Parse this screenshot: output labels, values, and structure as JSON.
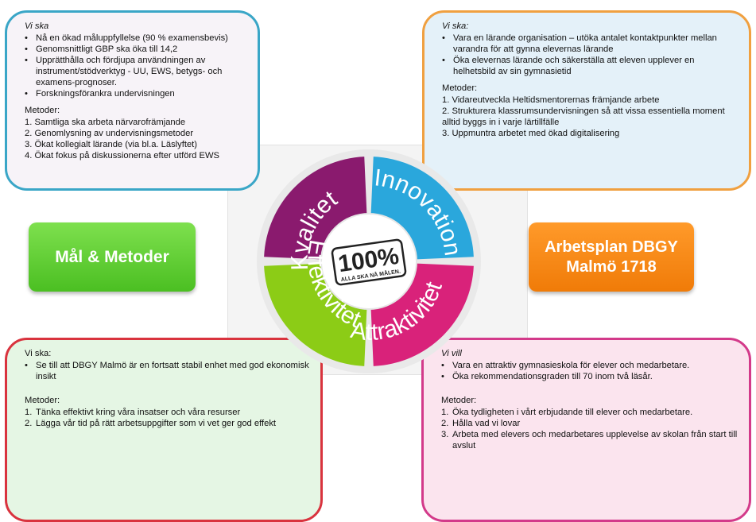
{
  "top_left": {
    "heading": "Vi ska",
    "bullets": [
      "Nå en ökad måluppfyllelse (90 % examensbevis)",
      "Genomsnittligt GBP ska öka till 14,2",
      "Upprätthålla  och fördjupa användningen av instrument/stödverktyg - UU, EWS, betygs- och examens-prognoser.",
      "Forskningsförankra undervisningen"
    ],
    "methods_title": "Metoder:",
    "methods": [
      "1. Samtliga ska arbeta närvarofrämjande",
      "2. Genomlysning av undervisningsmetoder",
      "3. Ökat kollegialt lärande (via bl.a. Läslyftet)",
      "4. Ökat fokus på diskussionerna efter utförd EWS"
    ]
  },
  "top_right": {
    "heading": "Vi ska:",
    "bullets": [
      "Vara en lärande organisation – utöka antalet kontaktpunkter mellan varandra för att gynna elevernas lärande",
      "Öka elevernas lärande och säkerställa att eleven upplever en helhetsbild av sin gymnasietid"
    ],
    "methods_title": "Metoder:",
    "methods": [
      "1. Vidareutveckla Heltidsmentorernas främjande arbete",
      "2. Strukturera klassrumsundervisningen så att vissa essentiella moment alltid byggs in i varje lärtillfälle",
      "3. Uppmuntra arbetet med ökad digitalisering"
    ]
  },
  "bottom_left": {
    "heading": "Vi ska:",
    "bullets": [
      "Se till att DBGY Malmö är en fortsatt stabil enhet med god ekonomisk insikt"
    ],
    "methods_title": "Metoder:",
    "methods": [
      {
        "num": "1.",
        "text": "Tänka effektivt kring våra insatser och våra resurser"
      },
      {
        "num": "2.",
        "text": "Lägga vår tid på rätt arbetsuppgifter som vi vet ger god effekt"
      }
    ]
  },
  "bottom_right": {
    "heading": "Vi vill",
    "bullets": [
      "Vara en attraktiv gymnasieskola för elever och medarbetare.",
      "Öka rekommendationsgraden till 70 inom två läsår."
    ],
    "methods_title": "Metoder:",
    "methods": [
      {
        "num": "1.",
        "text": "Öka tydligheten i vårt erbjudande till elever och medarbetare."
      },
      {
        "num": "2.",
        "text": "Hålla vad vi lovar"
      },
      {
        "num": "3.",
        "text": "Arbeta med elevers och medarbetares upplevelse av skolan från start till avslut"
      }
    ]
  },
  "left_label": "Mål & Metoder",
  "right_label": {
    "line1": "Arbetsplan DBGY",
    "line2": "Malmö 1718"
  },
  "wheel": {
    "segments": [
      {
        "label": "Kvalitet",
        "color": "#8a1a6e"
      },
      {
        "label": "Innovation",
        "color": "#2aa7dc"
      },
      {
        "label": "Attraktivitet",
        "color": "#d9227a"
      },
      {
        "label": "Effektivitet",
        "color": "#8ccc16"
      }
    ],
    "center_big": "100%",
    "center_small": "ALLA SKA NÅ MÅLEN."
  },
  "colors": {
    "border_top_left": "#3aa6c7",
    "border_top_right": "#f0a040",
    "border_bottom_left": "#d9333e",
    "border_bottom_right": "#d33a8a",
    "pill_green": "#5ccd2e",
    "pill_orange": "#f7860f"
  }
}
